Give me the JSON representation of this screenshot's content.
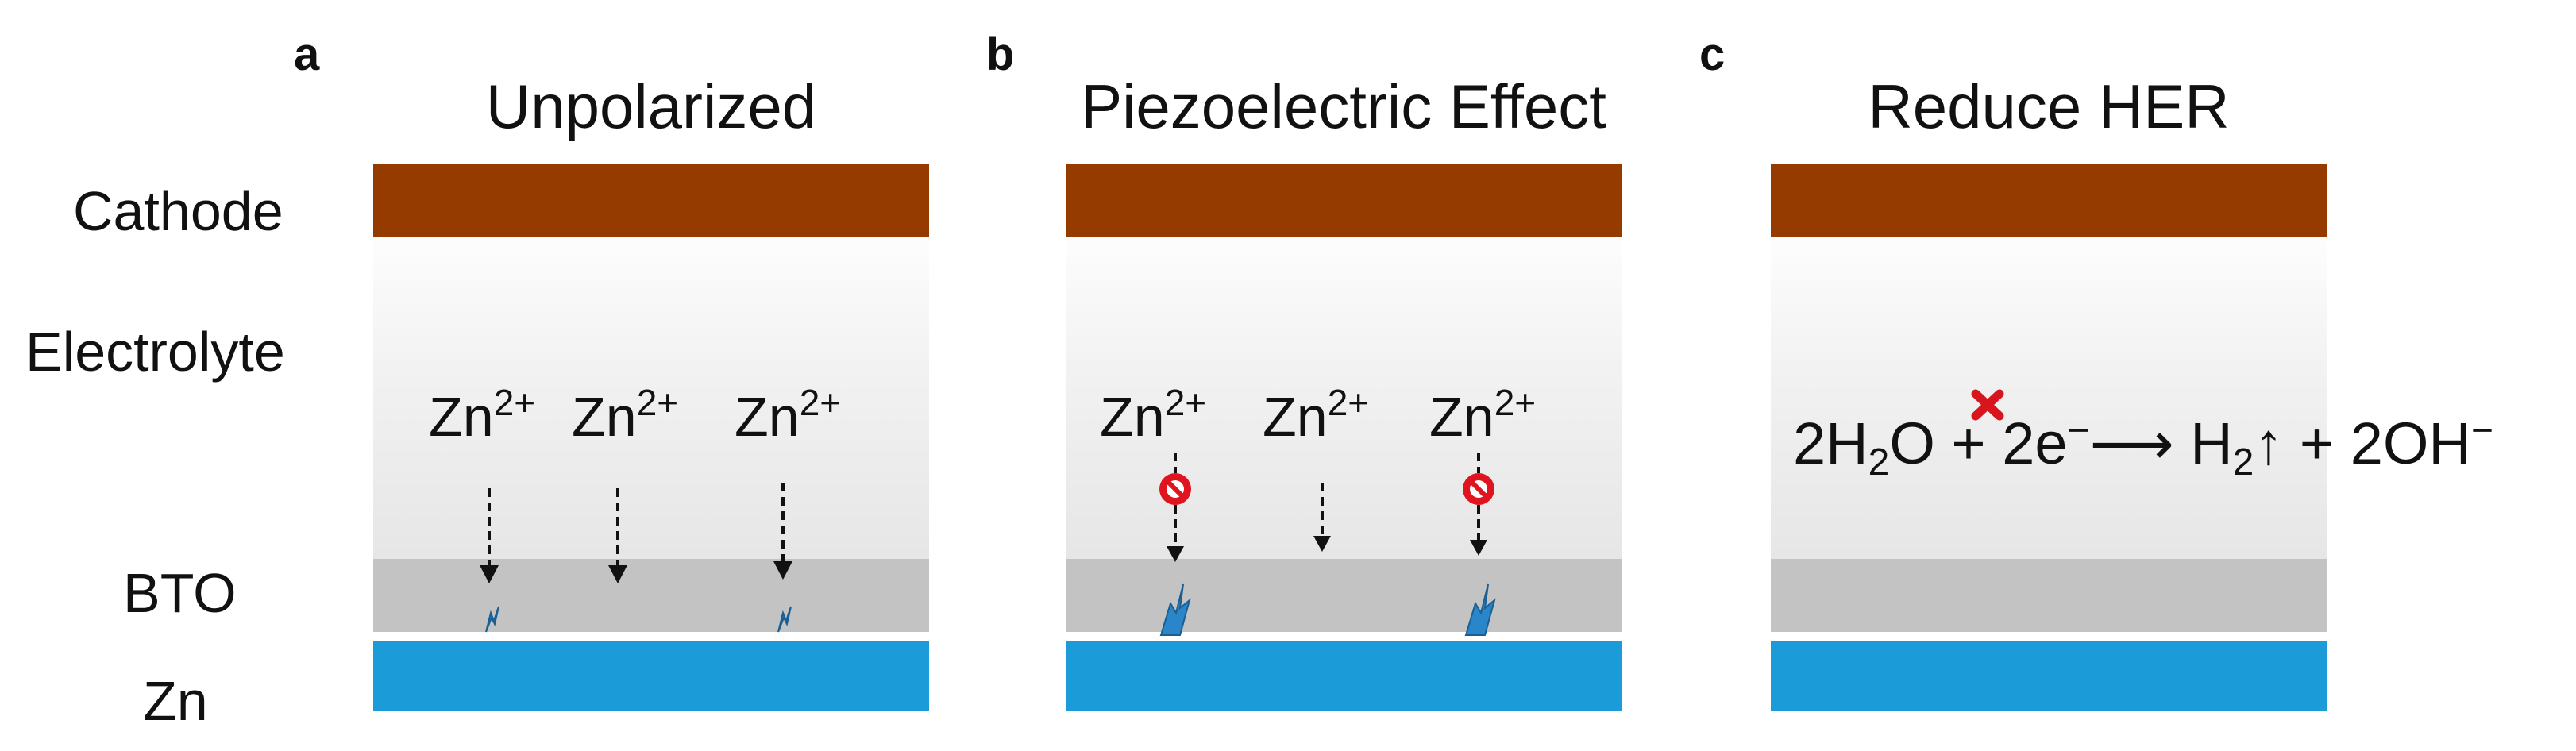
{
  "side_labels": {
    "cathode": "Cathode",
    "electrolyte": "Electrolyte",
    "bto": "BTO",
    "zn": "Zn"
  },
  "panels": [
    {
      "letter": "a",
      "title": "Unpolarized",
      "ions": [
        {
          "base": "Zn",
          "charge": "2+"
        },
        {
          "base": "Zn",
          "charge": "2+"
        },
        {
          "base": "Zn",
          "charge": "2+"
        }
      ]
    },
    {
      "letter": "b",
      "title": "Piezoelectric Effect",
      "ions": [
        {
          "base": "Zn",
          "charge": "2+"
        },
        {
          "base": "Zn",
          "charge": "2+"
        },
        {
          "base": "Zn",
          "charge": "2+"
        }
      ]
    },
    {
      "letter": "c",
      "title": "Reduce HER",
      "equation": {
        "coef1": "2H",
        "sub1": "2",
        "o": "O + 2e",
        "sup1": "−",
        "arrow": "⟶",
        "h": " H",
        "sub2": "2",
        "up": "↑",
        "rest": " + 2OH",
        "sup2": "−"
      }
    }
  ],
  "colors": {
    "cathode": "#963b00",
    "bto": "#c3c3c3",
    "zinc": "#1b9bd8",
    "dendrite": "#2a86c8",
    "blocked": "#e0141e",
    "cross": "#d8141c"
  },
  "icons": {
    "ion_arrow": "dashed-down-arrow-icon",
    "dendrite": "dendrite-icon",
    "blocked": "no-entry-icon",
    "cross": "cross-icon"
  }
}
